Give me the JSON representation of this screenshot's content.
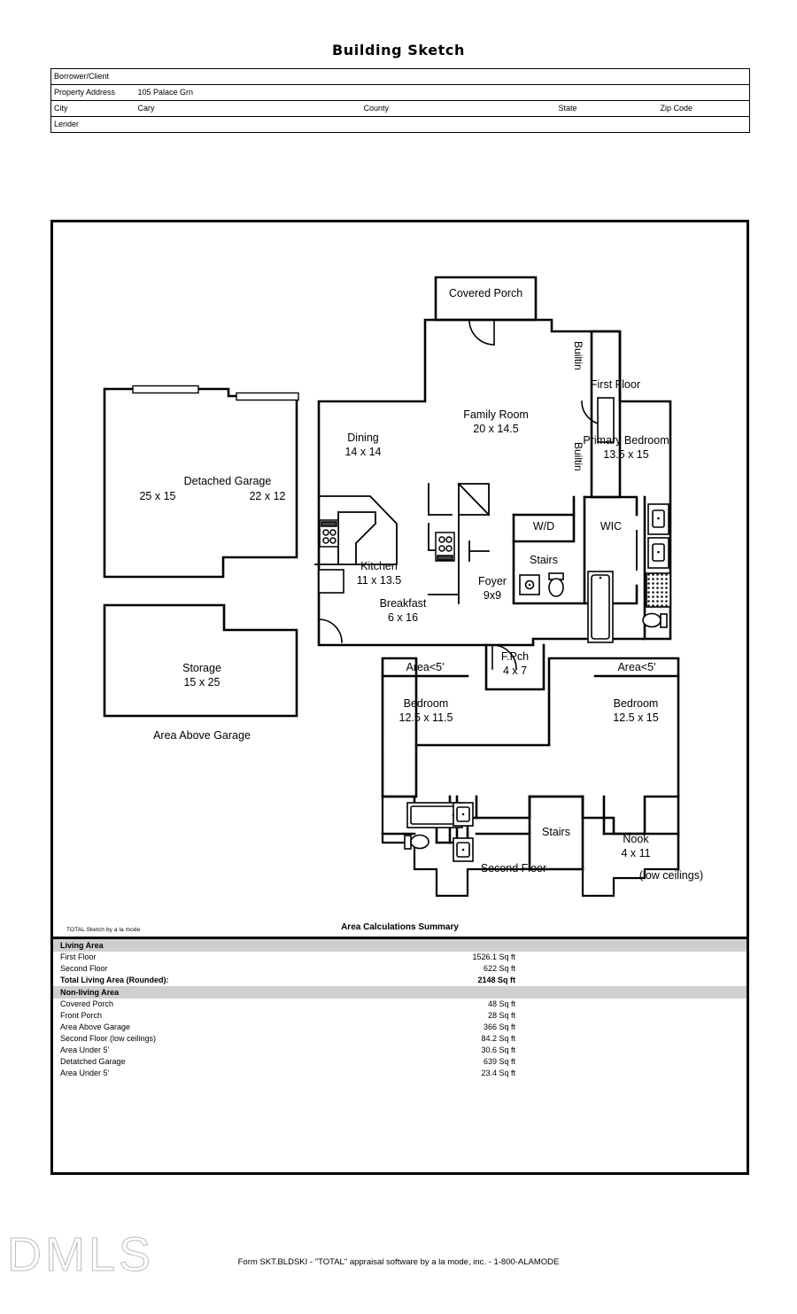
{
  "document": {
    "title": "Building Sketch",
    "footer_note": "Form SKT.BLDSKI - \"TOTAL\" appraisal software by a la mode, inc. - 1-800-ALAMODE",
    "watermark": "DMLS",
    "sketch_credit": "TOTAL Sketch by a la mode"
  },
  "header_fields": {
    "borrower_label": "Borrower/Client",
    "borrower_value": "",
    "property_address_label": "Property Address",
    "property_address_value": "105 Palace Grn",
    "city_label": "City",
    "city_value": "Cary",
    "county_label": "County",
    "county_value": "",
    "state_label": "State",
    "state_value": "",
    "zip_label": "Zip Code",
    "zip_value": "",
    "lender_label": "Lender",
    "lender_value": ""
  },
  "summary": {
    "title": "Area Calculations Summary",
    "sections": [
      {
        "heading": "Living Area",
        "rows": [
          {
            "name": "First Floor",
            "value": "1526.1 Sq ft",
            "bold": false
          },
          {
            "name": "Second Floor",
            "value": "622 Sq ft",
            "bold": false
          },
          {
            "name": "Total Living Area (Rounded):",
            "value": "2148 Sq ft",
            "bold": true
          }
        ]
      },
      {
        "heading": "Non-living Area",
        "rows": [
          {
            "name": "Covered Porch",
            "value": "48 Sq ft",
            "bold": false
          },
          {
            "name": "Front Porch",
            "value": "28 Sq ft",
            "bold": false
          },
          {
            "name": "Area Above Garage",
            "value": "366 Sq ft",
            "bold": false
          },
          {
            "name": "Second Floor (low ceilings)",
            "value": "84.2 Sq ft",
            "bold": false
          },
          {
            "name": "Area Under 5'",
            "value": "30.6 Sq ft",
            "bold": false
          },
          {
            "name": "Detatched Garage",
            "value": "639 Sq ft",
            "bold": false
          },
          {
            "name": "Area Under 5'",
            "value": "23.4 Sq ft",
            "bold": false
          }
        ]
      }
    ]
  },
  "floorplan": {
    "labels": {
      "detached_garage": "Detached Garage",
      "detached_garage_dim_left": "25 x 15",
      "detached_garage_dim_right": "22 x 12",
      "storage": "Storage",
      "storage_dim": "15 x 25",
      "area_above_garage": "Area Above Garage",
      "covered_porch": "Covered Porch",
      "family_room": "Family Room",
      "family_room_dim": "20 x 14.5",
      "dining": "Dining",
      "dining_dim": "14 x 14",
      "kitchen": "Kitchen",
      "kitchen_dim": "11 x 13.5",
      "breakfast": "Breakfast",
      "breakfast_dim": "6 x 16",
      "foyer": "Foyer",
      "foyer_dim": "9x9",
      "builtin_upper": "Builtin",
      "builtin_lower": "Builtin",
      "first_floor": "First Floor",
      "primary_bedroom": "Primary Bedroom",
      "primary_bedroom_dim": "13.5 x 15",
      "wd": "W/D",
      "wic": "WIC",
      "stairs_first": "Stairs",
      "front_porch": "F.Pch",
      "front_porch_dim": "4 x 7",
      "area_under_5_left": "Area<5'",
      "area_under_5_right": "Area<5'",
      "bedroom_left": "Bedroom",
      "bedroom_left_dim": "12.5 x 11.5",
      "bedroom_right": "Bedroom",
      "bedroom_right_dim": "12.5 x 15",
      "stairs_second": "Stairs",
      "nook": "Nook",
      "nook_dim": "4 x 11",
      "low_ceilings": "(low ceilings)",
      "second_floor": "Second Floor"
    },
    "colors": {
      "wall": "#000000",
      "background": "#ffffff",
      "fixture": "#000000"
    }
  }
}
